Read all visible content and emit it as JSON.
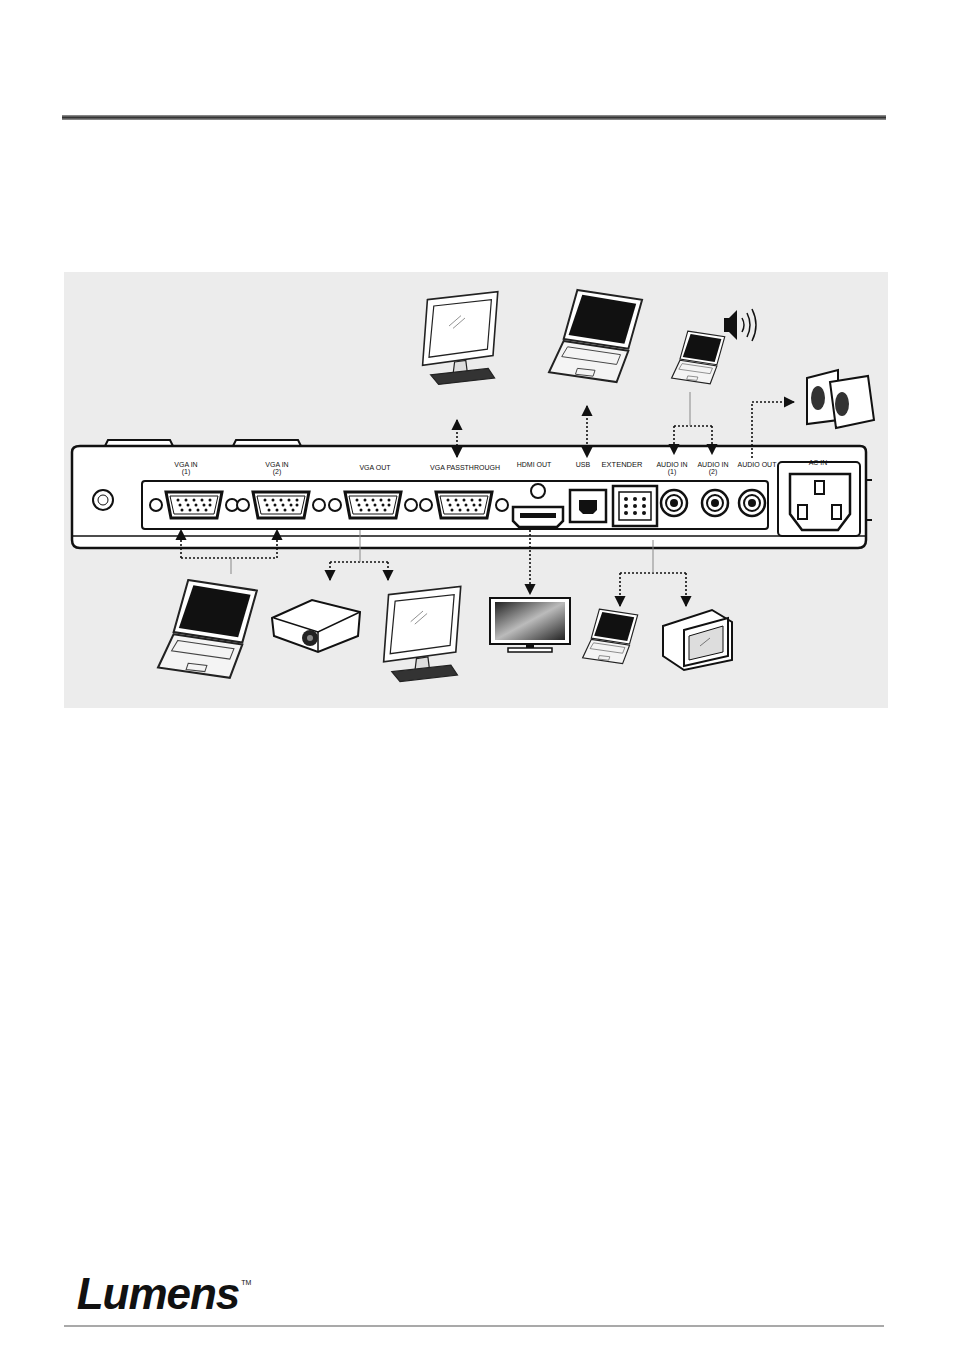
{
  "diagram": {
    "labels": [
      "VGA IN (1)",
      "VGA IN (2)",
      "VGA OUT",
      "VGA PASSTHROUGH",
      "HDMI OUT",
      "USB",
      "EXTENDER",
      "AUDIO IN (1)",
      "AUDIO IN (2)",
      "AUDIO OUT",
      "AC IN",
      "Lumens",
      "TM"
    ]
  }
}
